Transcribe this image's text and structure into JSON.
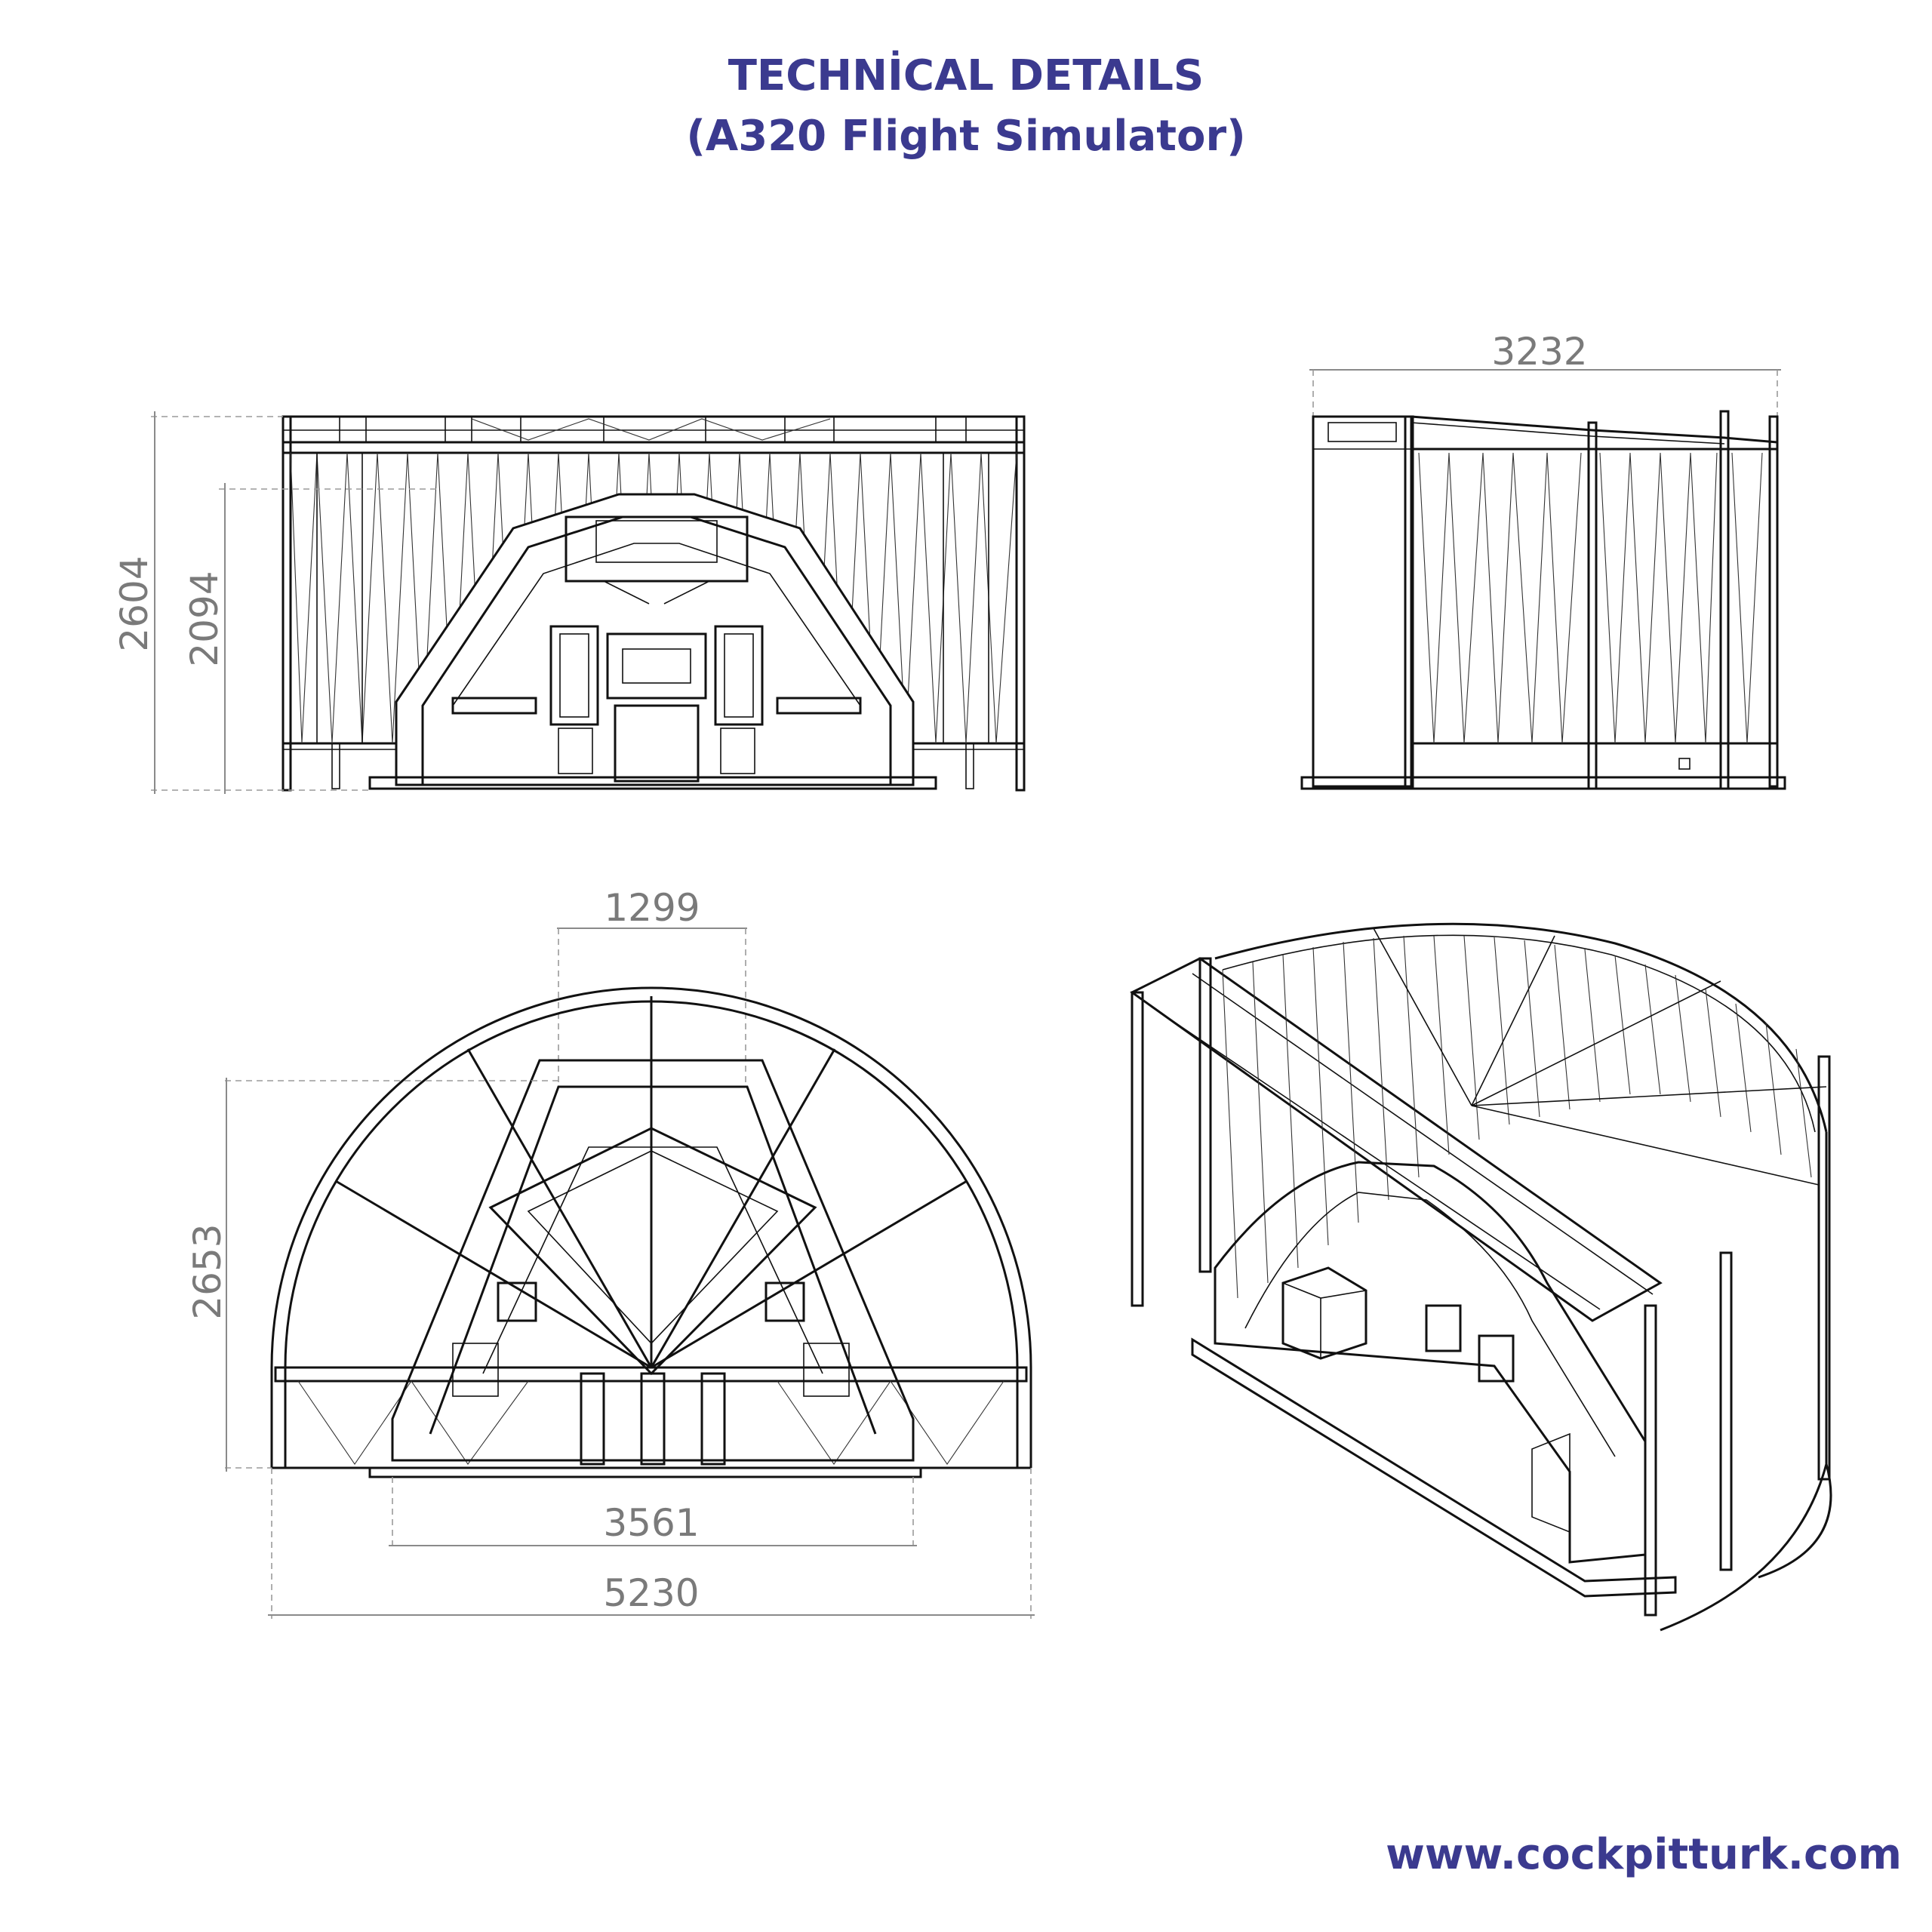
{
  "header": {
    "title": "TECHNİCAL DETAILS",
    "subtitle": "(A320 Flight Simulator)"
  },
  "footer": {
    "website": "www.cockpitturk.com"
  },
  "colors": {
    "title": "#3b3a8f",
    "line": "#111111",
    "dimension": "#8a8a8a"
  },
  "dimensions": {
    "front_total_height": "2604",
    "front_inner_height": "2094",
    "side_depth": "3232",
    "top_center_width": "1299",
    "top_depth": "2653",
    "top_platform_width": "3561",
    "top_total_width": "5230"
  },
  "views": [
    "front",
    "side",
    "top",
    "isometric"
  ]
}
